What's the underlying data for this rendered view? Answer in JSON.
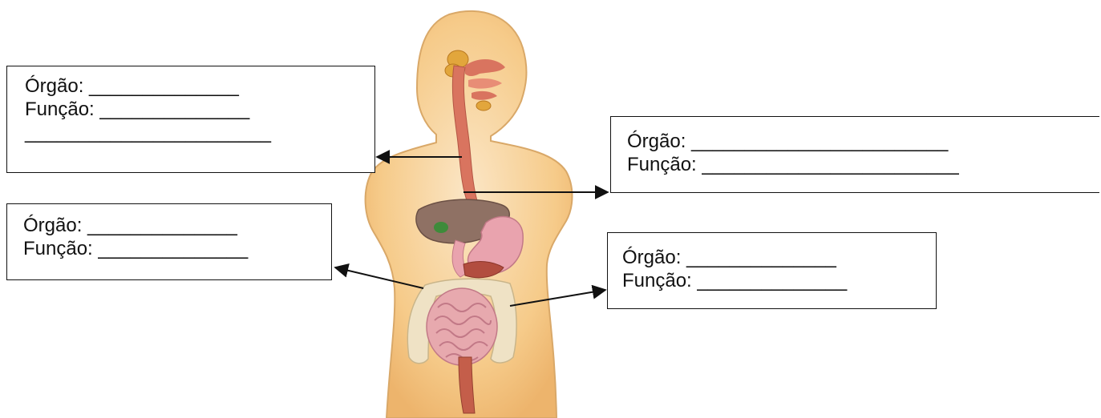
{
  "labels": [
    {
      "id": "top-left",
      "lines": [
        "Órgão: ______________",
        "Função: ______________",
        "_______________________"
      ]
    },
    {
      "id": "right-top",
      "lines": [
        "Órgão: ________________________",
        "Função: ________________________"
      ]
    },
    {
      "id": "mid-left",
      "lines": [
        "Órgão: ______________",
        "Função: ______________"
      ]
    },
    {
      "id": "right-bottom",
      "lines": [
        "Órgão: ______________",
        "Função: ______________"
      ]
    }
  ],
  "colors": {
    "skin": "#F6CB8A",
    "skin_outline": "#D9A868",
    "esophagus": "#D9745F",
    "liver": "#8F7164",
    "gallbladder": "#3E8B3A",
    "stomach": "#E9A3AE",
    "intestine": "#E7A9AE",
    "colon": "#EFE2C5",
    "pancreas": "#B24D3F",
    "arrow": "#111111"
  }
}
